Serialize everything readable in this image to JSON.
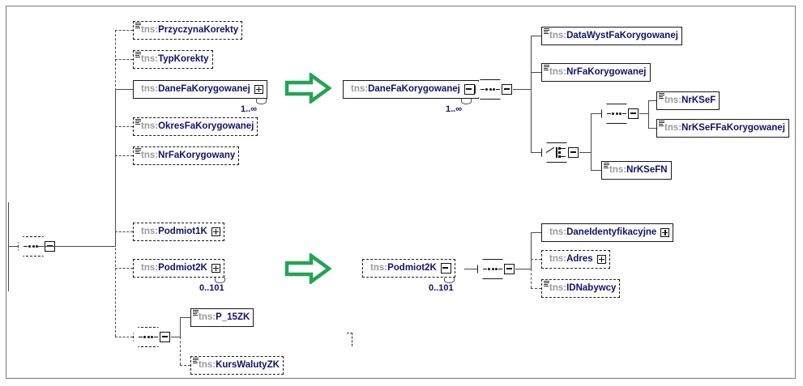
{
  "diagram": {
    "title": "XSD schema tree - FaKorygowana / Podmiot2K",
    "namespace_prefix": "tns:",
    "colors": {
      "prefix": "#9a9a9a",
      "name": "#12126b",
      "line": "#4a4a4a",
      "border": "#1a1a1a",
      "arrow": "#23a455",
      "frame": "#7a7a7a",
      "shadow": "#c9c9c9"
    },
    "root": {
      "name": "root-sequence",
      "kind": "sequence-compositor",
      "style": "dashed"
    },
    "left_branch": [
      {
        "prefix": "tns:",
        "name": "PrzyczynaKorekty",
        "kind": "element",
        "style": "dashed",
        "leaf": true,
        "expander": false,
        "cardinality": ""
      },
      {
        "prefix": "tns:",
        "name": "TypKorekty",
        "kind": "element",
        "style": "dashed",
        "leaf": true,
        "expander": false,
        "cardinality": ""
      },
      {
        "prefix": "tns:",
        "name": "DaneFaKorygowanej",
        "kind": "element",
        "style": "solid",
        "leaf": false,
        "expander": true,
        "repeat": true,
        "cardinality": "1..∞"
      },
      {
        "prefix": "tns:",
        "name": "OkresFaKorygowanej",
        "kind": "element",
        "style": "dashed",
        "leaf": true,
        "expander": false,
        "cardinality": ""
      },
      {
        "prefix": "tns:",
        "name": "NrFaKorygowany",
        "kind": "element",
        "style": "dashed",
        "leaf": true,
        "expander": false,
        "cardinality": ""
      },
      {
        "prefix": "tns:",
        "name": "Podmiot1K",
        "kind": "element",
        "style": "dashed",
        "leaf": false,
        "expander": true,
        "cardinality": ""
      },
      {
        "prefix": "tns:",
        "name": "Podmiot2K",
        "kind": "element",
        "style": "dashed",
        "leaf": false,
        "expander": true,
        "cardinality": "0..101"
      }
    ],
    "left_inner_sequence": {
      "name": "inner-sequence",
      "kind": "sequence-compositor",
      "style": "dashed",
      "children": [
        {
          "prefix": "tns:",
          "name": "P_15ZK",
          "kind": "element",
          "style": "solid",
          "leaf": true,
          "expander": false,
          "cardinality": ""
        },
        {
          "prefix": "tns:",
          "name": "KursWalutyZK",
          "kind": "element",
          "style": "dashed",
          "leaf": true,
          "expander": false,
          "cardinality": ""
        }
      ]
    },
    "detail_top": {
      "source": {
        "prefix": "tns:",
        "name": "DaneFaKorygowanej",
        "kind": "element",
        "style": "solid",
        "repeat": true,
        "cardinality": "1..∞"
      },
      "sequence": {
        "name": "detail-top-sequence",
        "kind": "sequence-compositor",
        "style": "solid"
      },
      "children": [
        {
          "prefix": "tns:",
          "name": "DataWystFaKorygowanej",
          "kind": "element",
          "style": "solid",
          "leaf": true,
          "expander": false,
          "cardinality": ""
        },
        {
          "prefix": "tns:",
          "name": "NrFaKorygowanej",
          "kind": "element",
          "style": "solid",
          "leaf": true,
          "expander": false,
          "cardinality": ""
        }
      ],
      "choice": {
        "name": "detail-top-choice",
        "kind": "choice-compositor",
        "style": "solid"
      },
      "choice_sequence": {
        "name": "choice-inner-sequence",
        "kind": "sequence-compositor",
        "style": "solid"
      },
      "choice_sequence_children": [
        {
          "prefix": "tns:",
          "name": "NrKSeF",
          "kind": "element",
          "style": "solid",
          "leaf": true,
          "expander": false,
          "cardinality": ""
        },
        {
          "prefix": "tns:",
          "name": "NrKSeFFaKorygowanej",
          "kind": "element",
          "style": "solid",
          "leaf": true,
          "expander": false,
          "cardinality": ""
        }
      ],
      "choice_children": [
        {
          "prefix": "tns:",
          "name": "NrKSeFN",
          "kind": "element",
          "style": "solid",
          "leaf": true,
          "expander": false,
          "cardinality": ""
        }
      ]
    },
    "detail_bottom": {
      "source": {
        "prefix": "tns:",
        "name": "Podmiot2K",
        "kind": "element",
        "style": "dashed",
        "cardinality": "0..101"
      },
      "sequence": {
        "name": "detail-bottom-sequence",
        "kind": "sequence-compositor",
        "style": "solid"
      },
      "children": [
        {
          "prefix": "tns:",
          "name": "DaneIdentyfikacyjne",
          "kind": "element",
          "style": "solid",
          "leaf": false,
          "expander": true,
          "cardinality": ""
        },
        {
          "prefix": "tns:",
          "name": "Adres",
          "kind": "element",
          "style": "dashed",
          "leaf": false,
          "expander": true,
          "cardinality": ""
        },
        {
          "prefix": "tns:",
          "name": "IDNabywcy",
          "kind": "element",
          "style": "dashed",
          "leaf": true,
          "expander": false,
          "cardinality": ""
        }
      ]
    },
    "arrows": [
      {
        "name": "expand-arrow-dane-fa-korygowanej",
        "label": ""
      },
      {
        "name": "expand-arrow-podmiot2k",
        "label": ""
      }
    ]
  }
}
